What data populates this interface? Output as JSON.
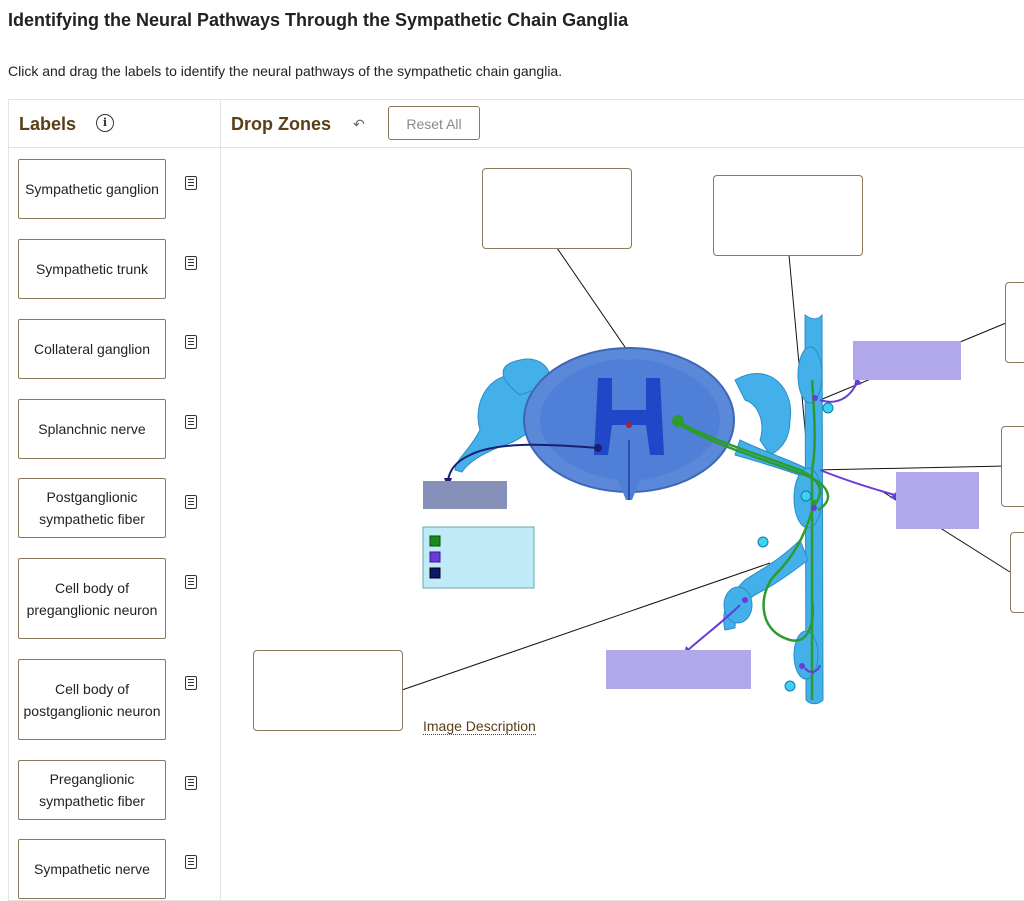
{
  "page": {
    "title": "Identifying the Neural Pathways Through the Sympathetic Chain Ganglia",
    "instructions": "Click and drag the labels to identify the neural pathways of the sympathetic chain ganglia."
  },
  "labels_panel": {
    "heading": "Labels",
    "info_icon": "info-icon"
  },
  "dropzones_panel": {
    "heading": "Drop Zones",
    "undo_icon": "undo-icon",
    "reset_label": "Reset All"
  },
  "labels": [
    {
      "text": "Sympathetic ganglion"
    },
    {
      "text": "Sympathetic trunk"
    },
    {
      "text": "Collateral ganglion"
    },
    {
      "text": "Splanchnic nerve"
    },
    {
      "text": "Postganglionic sympathetic fiber"
    },
    {
      "text": "Cell body of preganglionic neuron"
    },
    {
      "text": "Cell body of postganglionic neuron"
    },
    {
      "text": "Preganglionic sympathetic fiber"
    },
    {
      "text": "Sympathetic nerve"
    }
  ],
  "image_description_link": "Image Description",
  "colors": {
    "accent_brown": "#5a3e14",
    "border_brown": "#8a7a5c",
    "nerve_blue": "#3fa9e8",
    "cord_blue": "#4f7fd6",
    "preganglionic_green": "#2e9b2e",
    "postganglionic_purple": "#6a3bd6",
    "legend_bg": "#bfeaf8"
  }
}
